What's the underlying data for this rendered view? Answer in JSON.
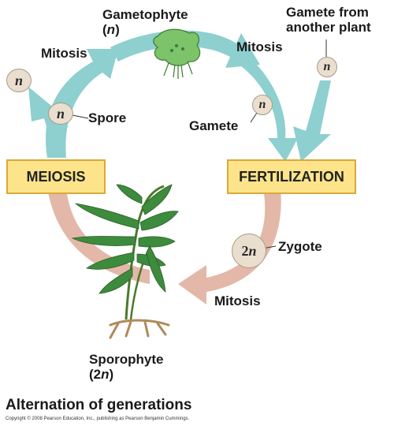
{
  "labels": {
    "gametophyte": "Gametophyte",
    "gametophyte_ploidy": "n",
    "mitosis_top_left": "Mitosis",
    "mitosis_top_right": "Mitosis",
    "mitosis_bottom": "Mitosis",
    "spore": "Spore",
    "gamete": "Gamete",
    "gamete_from_line1": "Gamete from",
    "gamete_from_line2": "another plant",
    "zygote": "Zygote",
    "sporophyte": "Sporophyte",
    "sporophyte_ploidy_num": "2",
    "sporophyte_ploidy_n": "n"
  },
  "cells": {
    "haploid": "n",
    "diploid_num": "2",
    "diploid_n": "n"
  },
  "boxes": {
    "meiosis": "MEIOSIS",
    "fertilization": "FERTILIZATION"
  },
  "caption": "Alternation of generations",
  "copyright": "Copyright © 2008 Pearson Education, Inc., publishing as Pearson Benjamin Cummings.",
  "colors": {
    "haploid_arrow": "#8ecfcf",
    "diploid_arrow": "#e3b8a8",
    "box_fill": "#fde48a",
    "box_border": "#d9a93b",
    "cell_fill": "#eadfcf",
    "fern_green": "#3d8b3d",
    "gametophyte_green": "#7cc36a"
  }
}
